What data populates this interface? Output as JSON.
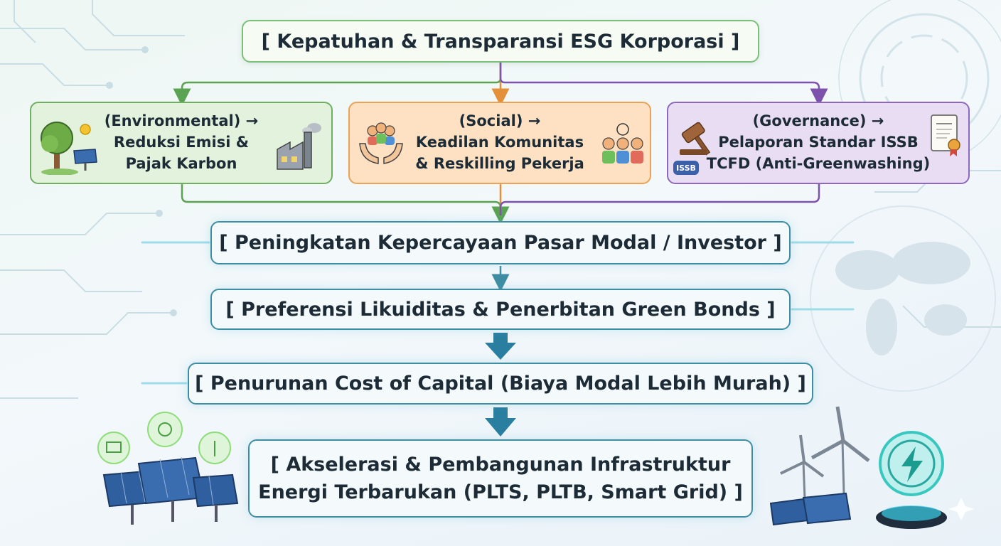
{
  "top": {
    "text": "[ Kepatuhan & Transparansi ESG Korporasi ]"
  },
  "pillars": {
    "environmental": {
      "line1": "(Environmental) →",
      "line2": "Reduksi Emisi &",
      "line3": "Pajak Karbon"
    },
    "social": {
      "line1": "(Social) →",
      "line2": "Keadilan Komunitas",
      "line3": "& Reskilling Pekerja"
    },
    "governance": {
      "line1": "(Governance) →",
      "line2": "Pelaporan Standar ISSB",
      "line3": "TCFD (Anti-Greenwashing)",
      "badge": "ISSB"
    }
  },
  "steps": {
    "investor": "[ Peningkatan Kepercayaan Pasar Modal / Investor ]",
    "green_bonds": "[ Preferensi Likuiditas & Penerbitan Green Bonds ]",
    "cost_capital": "[ Penurunan Cost of Capital (Biaya Modal Lebih Murah) ]",
    "infra_line1": "[ Akselerasi & Pembangunan Infrastruktur",
    "infra_line2": "Energi Terbarukan (PLTS, PLTB, Smart Grid) ]"
  },
  "colors": {
    "environmental": "#6fae63",
    "social": "#eaa257",
    "governance": "#8f68bc",
    "flow": "#3f8da3"
  },
  "icons": {
    "environmental": [
      "tree-icon",
      "sun-icon",
      "solar-panel-icon",
      "factory-icon"
    ],
    "social": [
      "hands-people-icon",
      "community-icon"
    ],
    "governance": [
      "gavel-icon",
      "certificate-icon",
      "issb-badge"
    ],
    "decor": [
      "circuit-lines",
      "world-map",
      "solar-panel-array",
      "wind-turbine",
      "energy-bolt-icon"
    ]
  }
}
